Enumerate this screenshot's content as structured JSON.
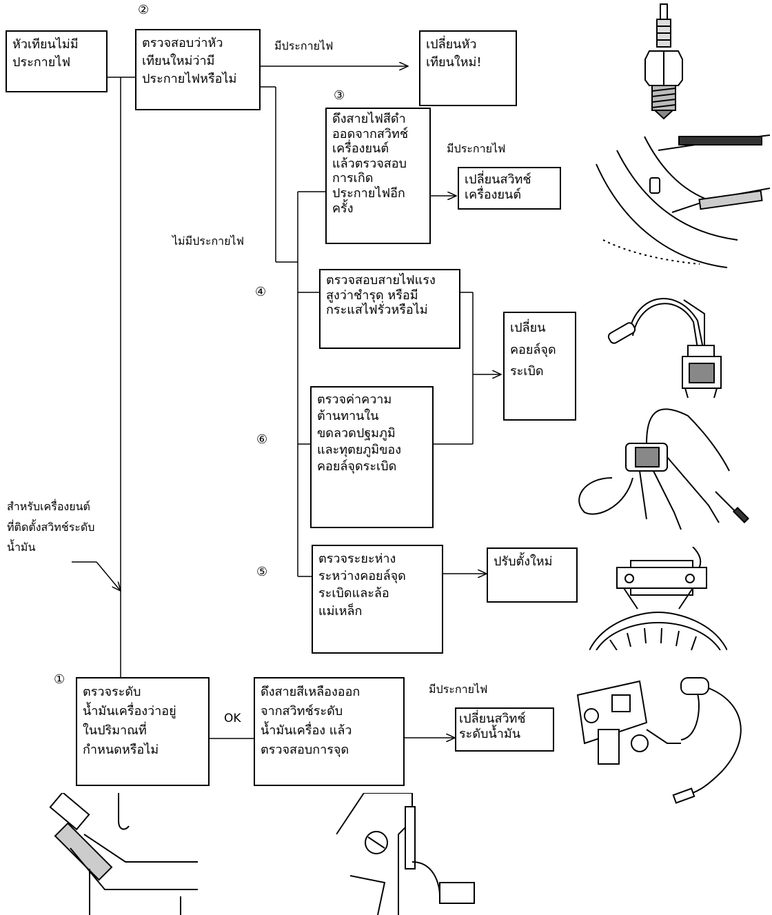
{
  "steps": {
    "s1": "①",
    "s2": "②",
    "s3": "③",
    "s4": "④",
    "s5": "⑤",
    "s6": "⑥"
  },
  "boxes": {
    "no_spark": [
      "หัวเทียนไม่มี",
      "ประกายไฟ"
    ],
    "check_new_plug": [
      "ตรวจสอบว่าหัว",
      "เทียนใหม่ว่ามี",
      "ประกายไฟหรือไม่"
    ],
    "replace_plug": [
      "เปลี่ยนหัว",
      "เทียนใหม่!"
    ],
    "pull_black_wire": [
      "ดึงสายไฟสีดำ",
      "ออดจากสวิทช์",
      "เครื่องยนต์",
      "แล้วตรวจสอบ",
      "การเกิด",
      "ประกายไฟอีก",
      "ครั้ง"
    ],
    "replace_engine_switch": [
      "เปลี่ยนสวิทช์",
      "เครื่องยนต์"
    ],
    "check_hv_wire": [
      "ตรวจสอบสายไฟแรง",
      "สูงว่าชำรุด หรือมี",
      "กระแสไฟรั่วหรือไม่"
    ],
    "replace_ignition_coil": [
      "เปลี่ยน",
      "คอยล์จุด",
      "ระเบิด"
    ],
    "check_resistance": [
      "ตรวจค่าความ",
      "ต้านทานใน",
      "ขดลวดปฐมภูมิ",
      "และทุตยภูมิของ",
      "คอยล์จุดระเบิด"
    ],
    "check_gap": [
      "ตรวจระยะห่าง",
      "ระหว่างคอยล์จุด",
      "ระเบิดและล้อ",
      "แม่เหล็ก"
    ],
    "readjust": [
      "ปรับตั้งใหม่"
    ],
    "check_oil_level": [
      "ตรวจระดับ",
      "น้ำมันเครื่องว่าอยู่",
      "ในปริมาณที่",
      "กำหนดหรือไม่"
    ],
    "pull_yellow_wire": [
      "ดึงสายสีเหลืองออก",
      "จากสวิทช์ระดับ",
      "น้ำมันเครื่อง แล้ว",
      "ตรวจสอบการจุด"
    ],
    "replace_oil_switch": [
      "เปลี่ยนสวิทช์",
      "ระดับน้ำมัน"
    ]
  },
  "labels": {
    "spark_1": "มีประกายไฟ",
    "spark_2": "มีประกายไฟ",
    "spark_3": "มีประกายไฟ",
    "no_spark": "ไม่มีประกายไฟ",
    "ok": "OK",
    "oil_switch_note": [
      "สำหรับเครื่องยนต์",
      "ที่ติดตั้งสวิทช์ระดับ",
      "น้ำมัน"
    ]
  },
  "illustrations": [
    "spark-plug-icon",
    "flywheel-wire-icon",
    "ignition-coil-icon",
    "coil-leads-icon",
    "coil-gap-icon",
    "oil-level-switch-icon",
    "oil-dipstick-icon",
    "engine-switch-icon"
  ]
}
